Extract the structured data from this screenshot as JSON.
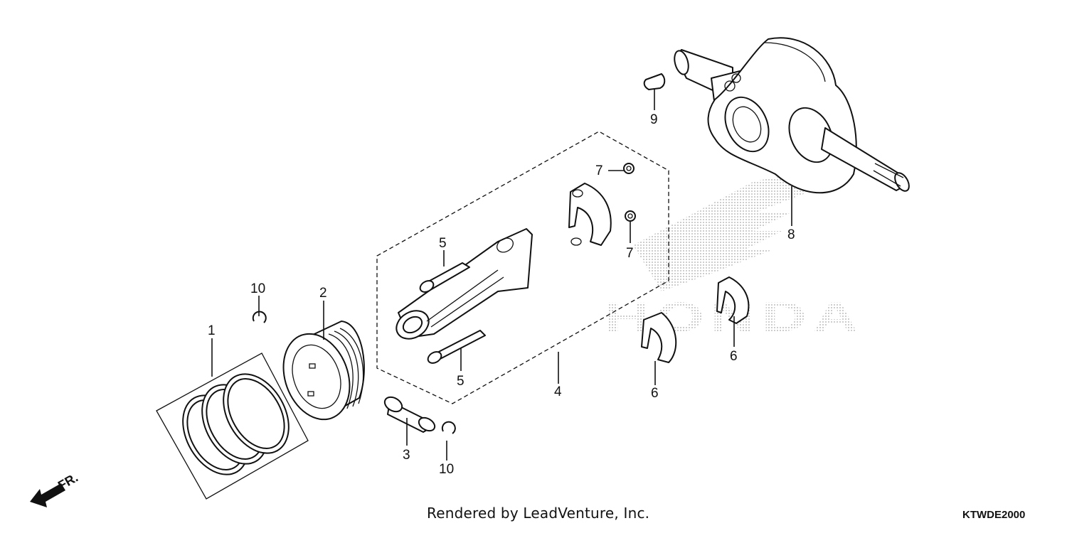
{
  "diagram": {
    "watermark_logo": "HONDA",
    "direction_label": "FR.",
    "credit": "Rendered by LeadVenture, Inc.",
    "code": "KTWDE2000",
    "callouts": {
      "c1": "1",
      "c2": "2",
      "c3": "3",
      "c4": "4",
      "c5a": "5",
      "c5b": "5",
      "c6a": "6",
      "c6b": "6",
      "c7a": "7",
      "c7b": "7",
      "c8": "8",
      "c9": "9",
      "c10a": "10",
      "c10b": "10"
    }
  }
}
